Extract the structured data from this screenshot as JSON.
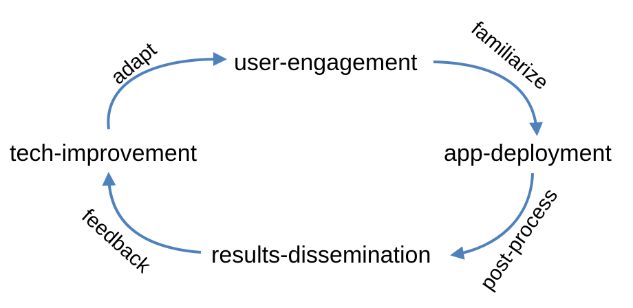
{
  "colors": {
    "arrow": "#4F81BD",
    "text": "#000000",
    "background": "#FFFFFF"
  },
  "nodes": {
    "user_engagement": "user-engagement",
    "app_deployment": "app-deployment",
    "results_dissemination": "results-dissemination",
    "tech_improvement": "tech-improvement"
  },
  "edges": {
    "familiarize": "familiarize",
    "post_process": "post-process",
    "feedback": "feedback",
    "adapt": "adapt"
  }
}
